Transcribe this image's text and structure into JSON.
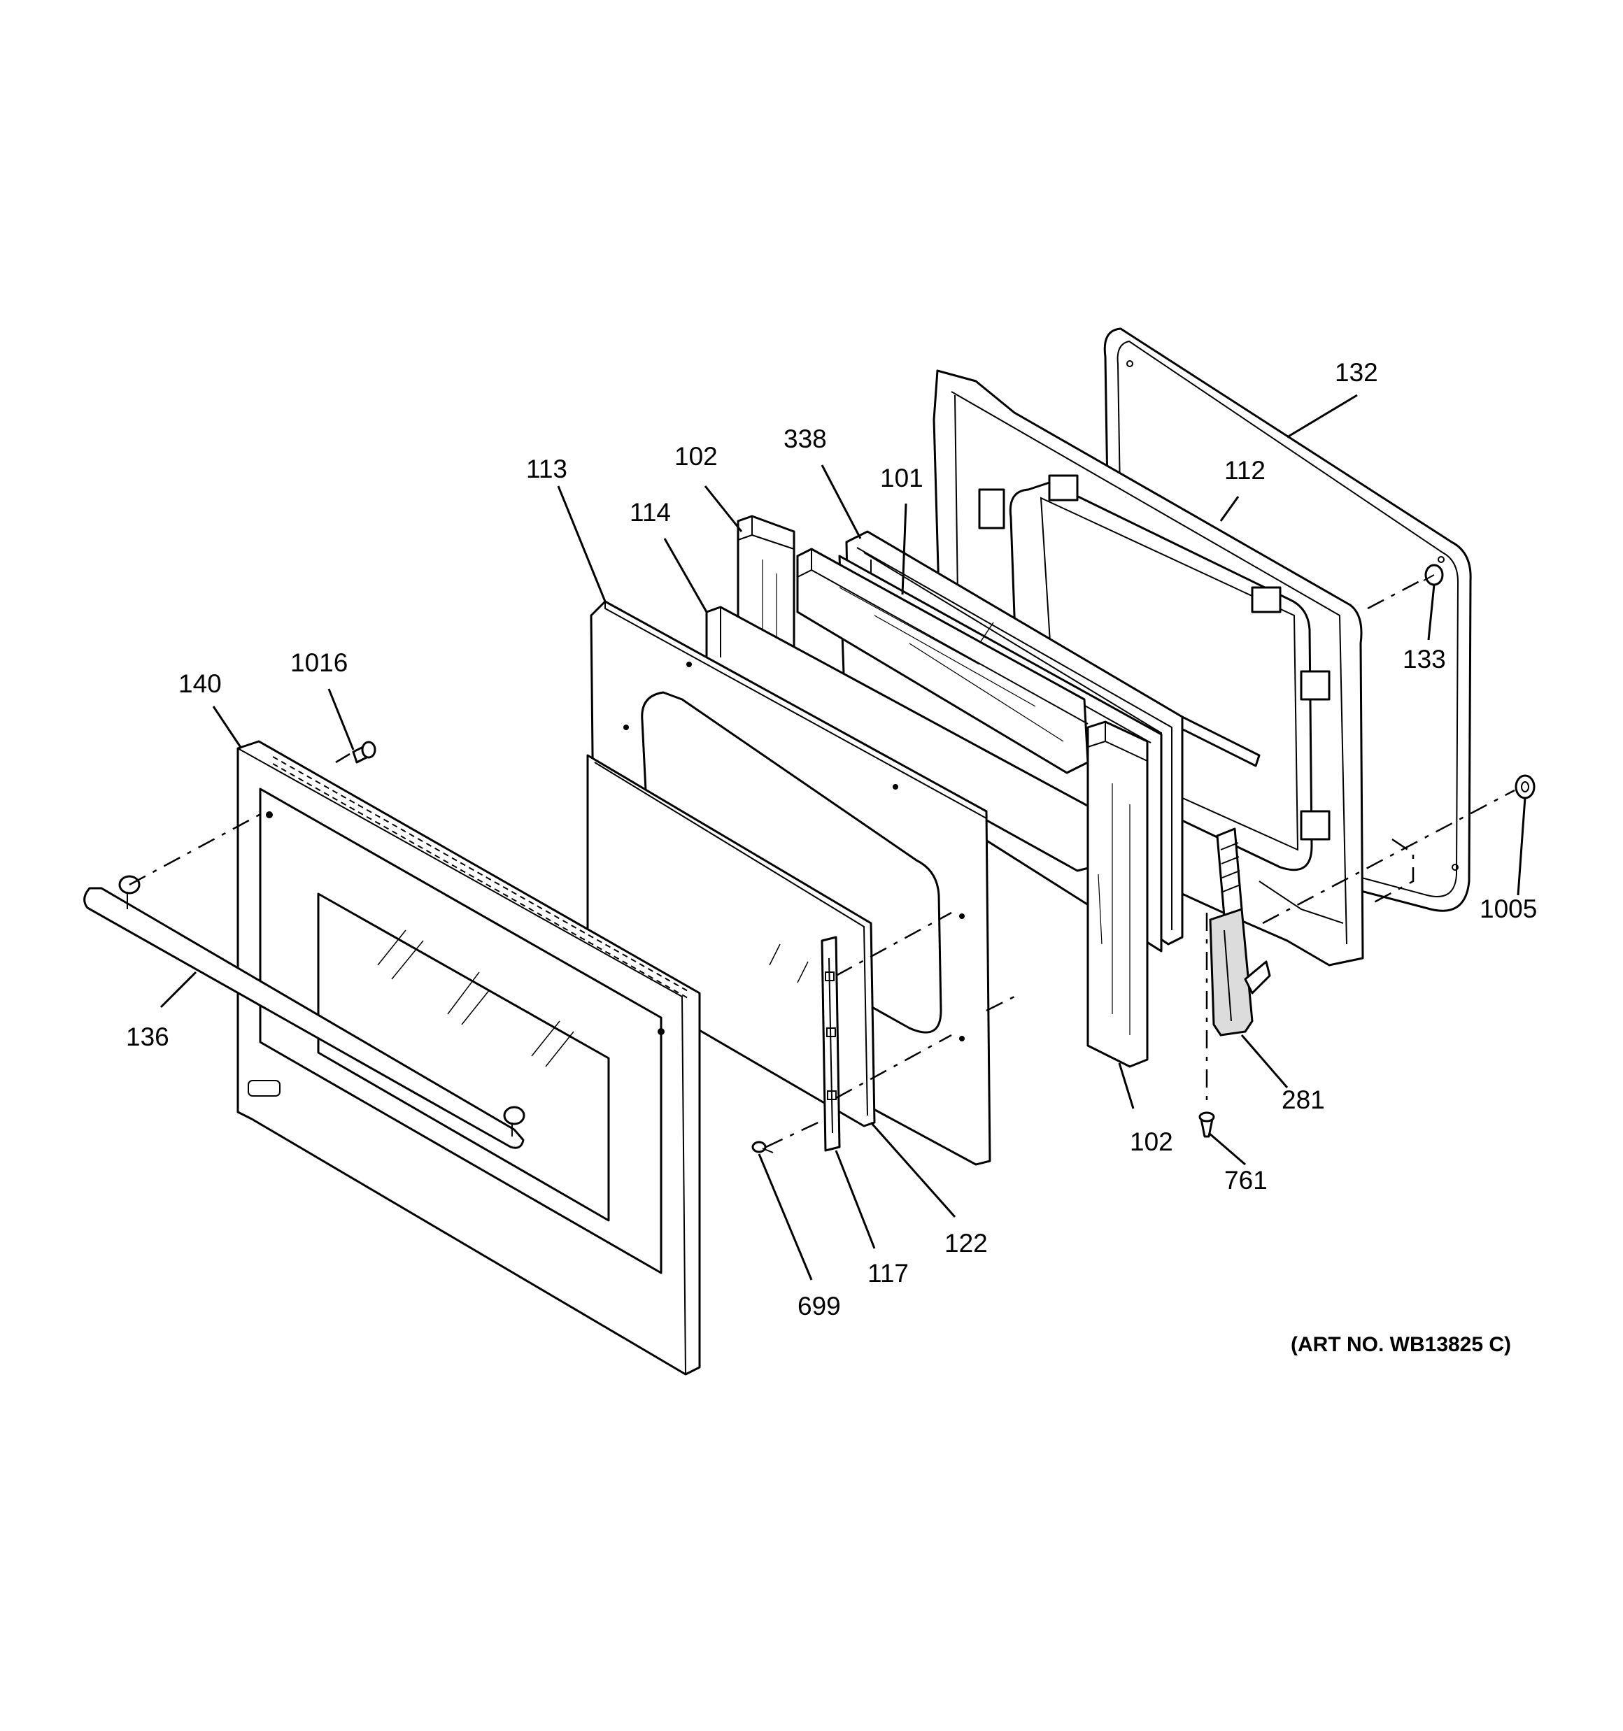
{
  "callouts": {
    "c132": "132",
    "c112": "112",
    "c338": "338",
    "c101": "101",
    "c102_top": "102",
    "c113": "113",
    "c114": "114",
    "c133": "133",
    "c1005": "1005",
    "c1016": "1016",
    "c140": "140",
    "c136": "136",
    "c102_bottom": "102",
    "c281": "281",
    "c761": "761",
    "c122": "122",
    "c117": "117",
    "c699": "699"
  },
  "art_number": "(ART NO. WB13825 C)"
}
